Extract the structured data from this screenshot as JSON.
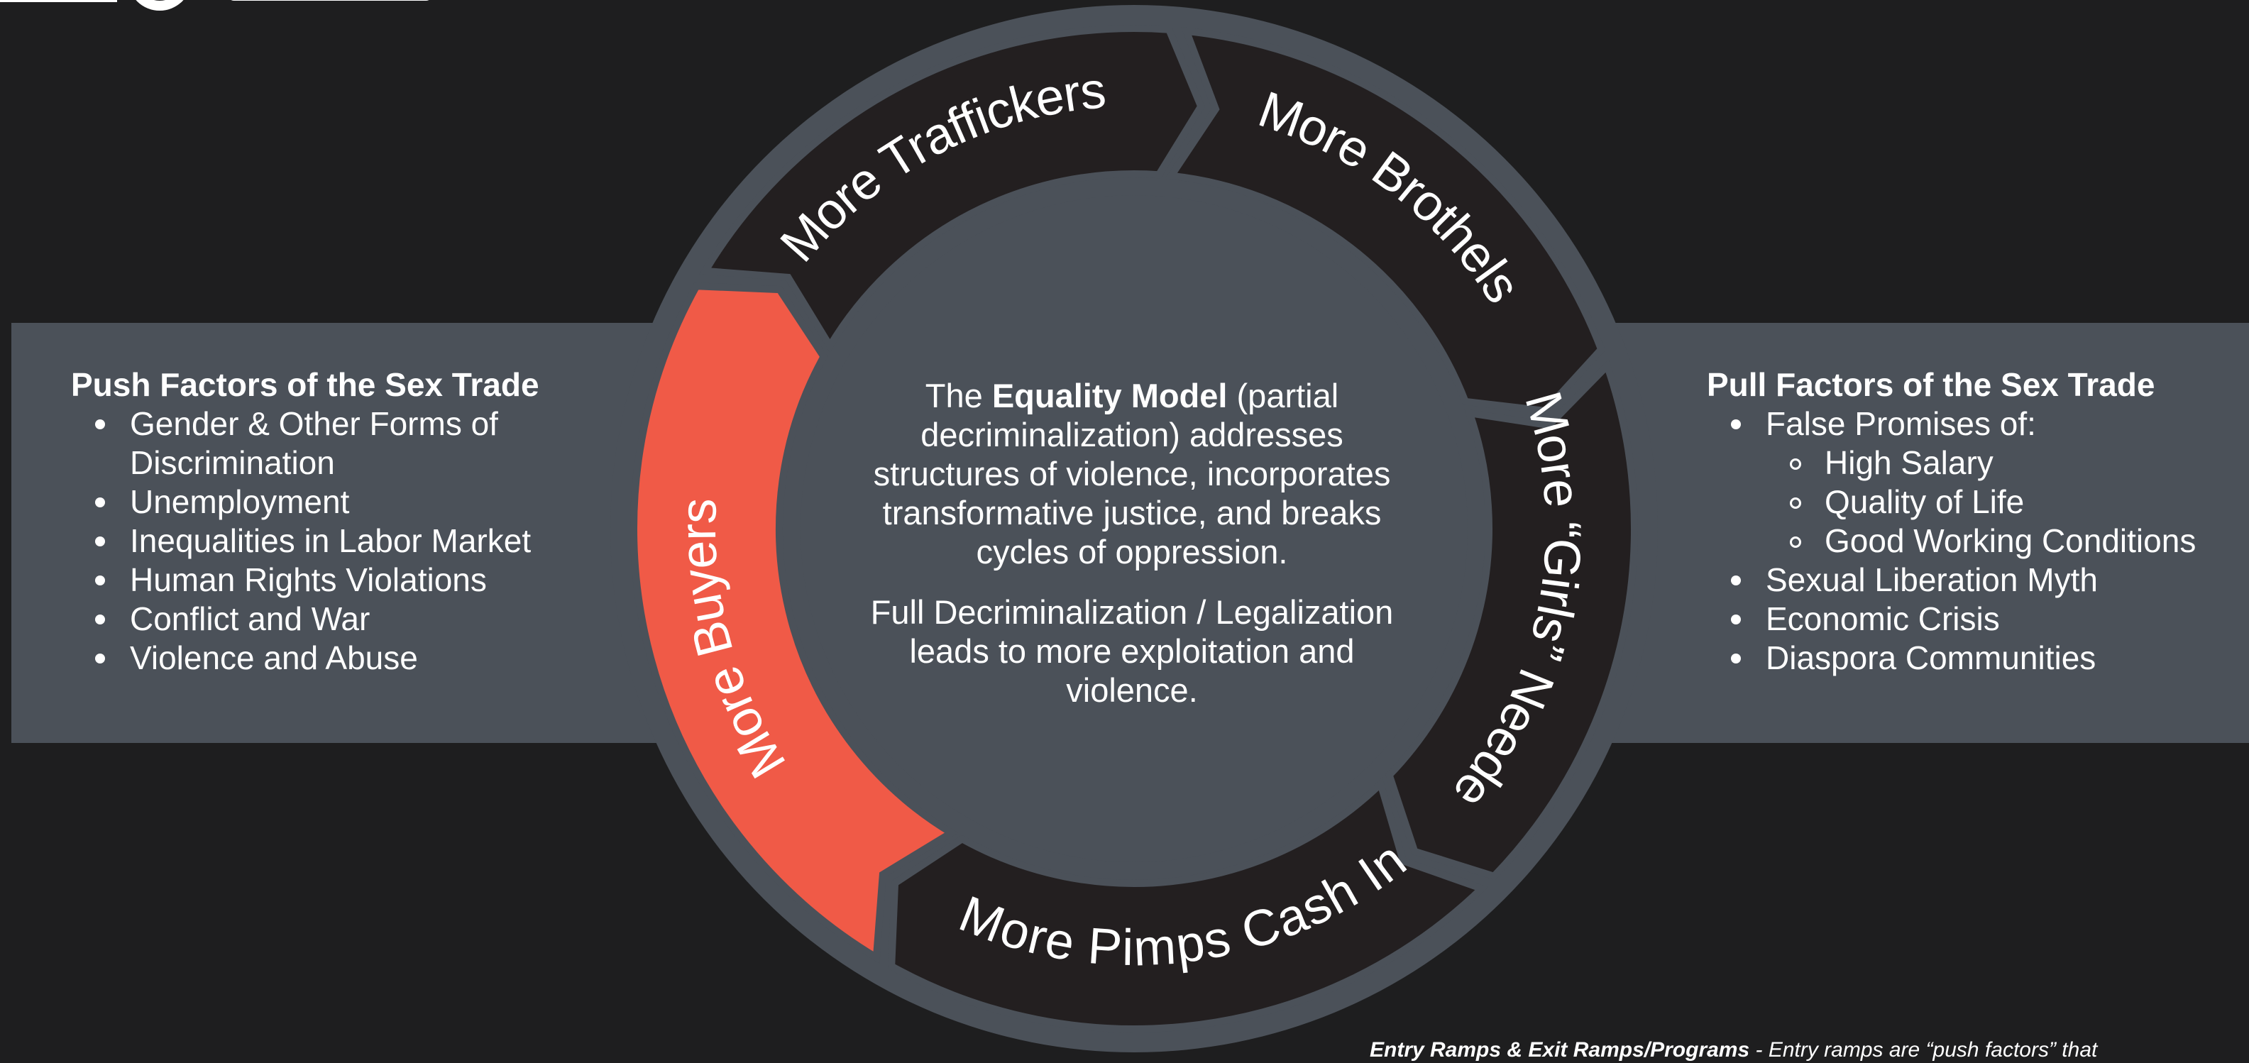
{
  "colors": {
    "background": "#1e1e1f",
    "panel_band": "#4b5159",
    "cycle_segment": "#231f20",
    "highlight_segment": "#f05a47",
    "text": "#ffffff"
  },
  "push_factors": {
    "title": "Push Factors of the Sex Trade",
    "items": [
      "Gender & Other Forms of Discrimination",
      "Unemployment",
      "Inequalities in Labor Market",
      "Human Rights Violations",
      "Conflict and War",
      "Violence and Abuse"
    ]
  },
  "pull_factors": {
    "title": "Pull Factors of the Sex Trade",
    "items": [
      {
        "text": "False Promises of:",
        "level": 1
      },
      {
        "text": "High Salary",
        "level": 2
      },
      {
        "text": "Quality of Life",
        "level": 2
      },
      {
        "text": "Good Working Conditions",
        "level": 2
      },
      {
        "text": "Sexual Liberation Myth",
        "level": 1
      },
      {
        "text": "Economic Crisis",
        "level": 1
      },
      {
        "text": "Diaspora Communities",
        "level": 1
      }
    ]
  },
  "cycle": {
    "segments": [
      {
        "label": "More Traffickers",
        "highlighted": false
      },
      {
        "label": "More Brothels",
        "highlighted": false
      },
      {
        "label": "More “Girls” Needed",
        "highlighted": false
      },
      {
        "label": "More Pimps Cash In",
        "highlighted": false
      },
      {
        "label": "More Buyers",
        "highlighted": true
      }
    ]
  },
  "center": {
    "p1_pre": "The ",
    "p1_bold": "Equality Model",
    "p1_post": " (partial decriminalization) addresses structures of violence, incorporates transformative justice, and breaks cycles of oppression.",
    "p2": "Full Decriminalization / Legalization leads to more exploitation and violence."
  },
  "footnote": {
    "bold": "Entry Ramps & Exit Ramps/Programs",
    "text": " - Entry ramps are “push factors” that"
  }
}
